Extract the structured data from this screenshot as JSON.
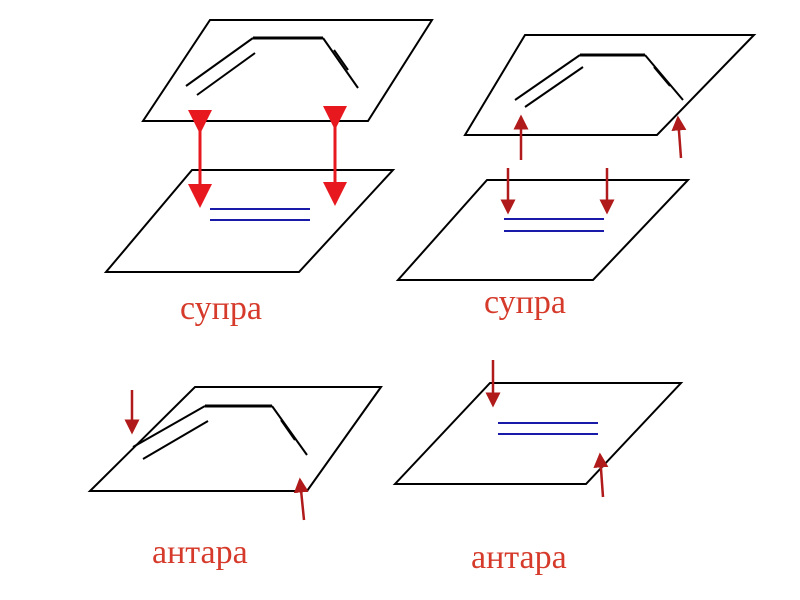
{
  "colors": {
    "outline": "#000000",
    "double_bond": "#1a1aa8",
    "arrow_bright": "#e8191e",
    "arrow_dark": "#b01a1a",
    "label": "#d53a2a"
  },
  "panels": {
    "supra_1": {
      "label": "супра"
    },
    "supra_2": {
      "label": "супра"
    },
    "antara_1": {
      "label": "антара"
    },
    "antara_2": {
      "label": "антара"
    }
  }
}
